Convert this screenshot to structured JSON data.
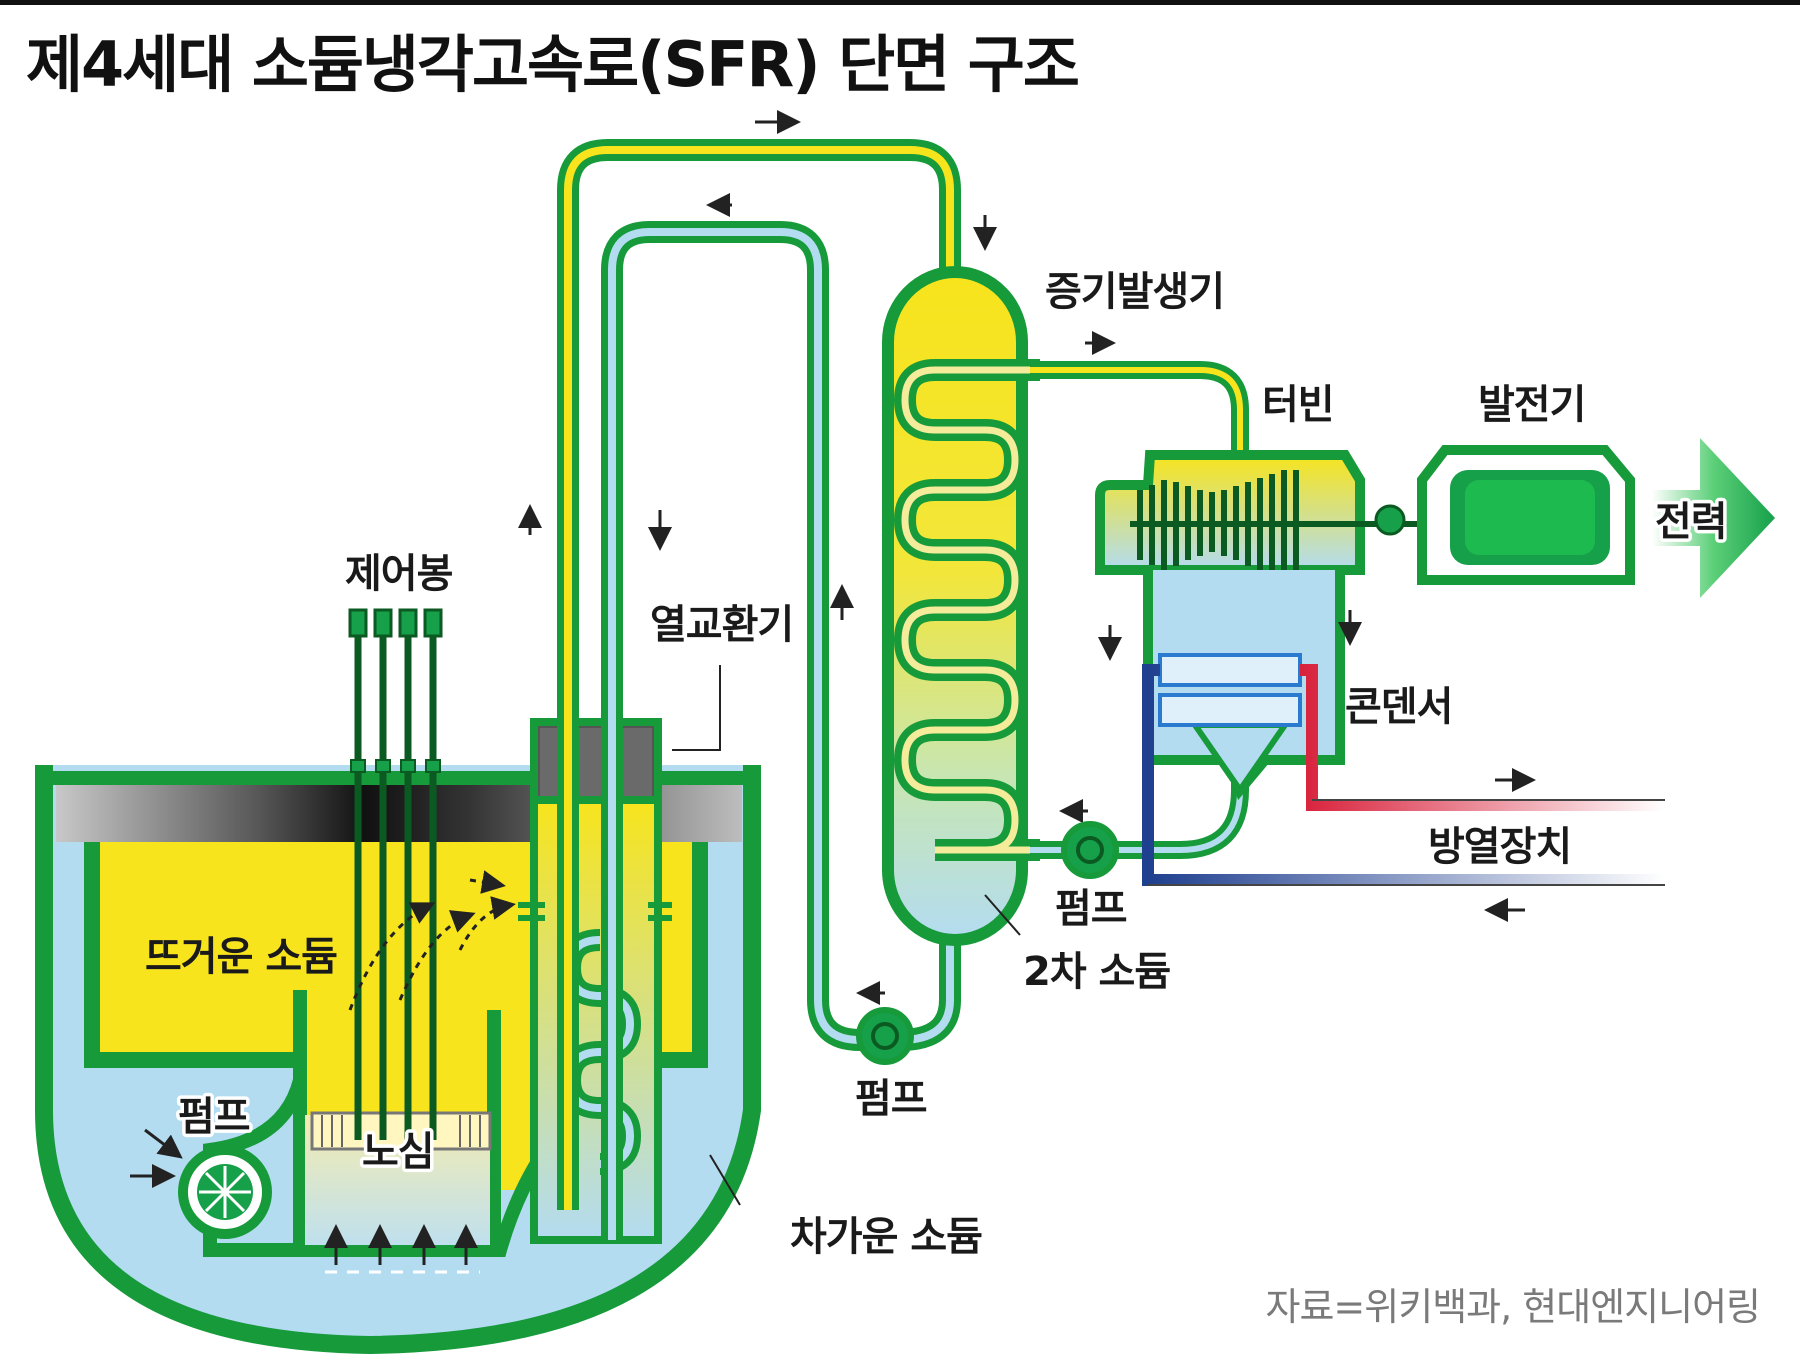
{
  "title": "제4세대 소듐냉각고속로(SFR) 단면 구조",
  "source": "자료=위키백과, 현대엔지니어링",
  "labels": {
    "control_rods": "제어봉",
    "ihx": "열교환기",
    "steam_generator": "증기발생기",
    "turbine": "터빈",
    "generator": "발전기",
    "power": "전력",
    "condenser": "콘덴서",
    "heat_rejection": "방열장치",
    "sg_pump": "펌프",
    "secondary_sodium": "2차 소듐",
    "secondary_pump": "펌프",
    "hot_sodium": "뜨거운 소듐",
    "primary_pump": "펌프",
    "core": "노심",
    "cold_sodium": "차가운 소듐"
  },
  "colors": {
    "vessel_green": "#169a3a",
    "hot_yellow": "#f7e41c",
    "cold_blue": "#b3dcf1",
    "dark_green": "#0b5a22",
    "power_arrow": "#16a04a",
    "hot_red": "#d8203a",
    "cold_navy": "#1f3f8f"
  }
}
